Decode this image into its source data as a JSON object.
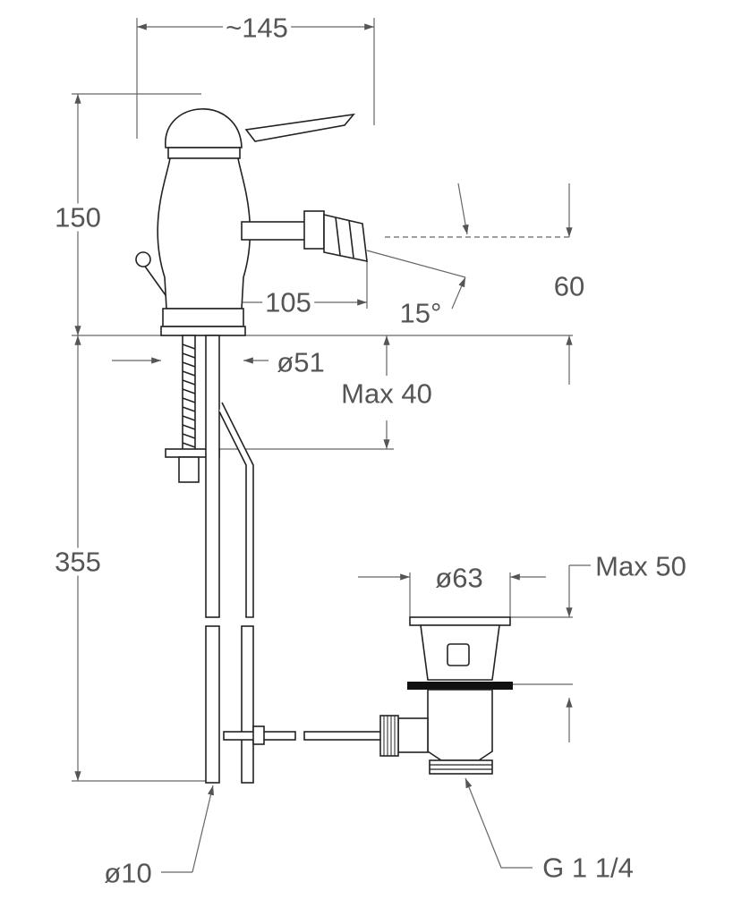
{
  "title": "Bidet mixer dimension drawing",
  "dimensions": {
    "overall_width": "~145",
    "body_height": "150",
    "spout_height": "60",
    "spout_reach": "105",
    "spray_angle": "15°",
    "base_diameter": "ø51",
    "max_deck_thickness": "Max 40",
    "tail_length": "355",
    "waste_diameter": "ø63",
    "waste_max_thickness": "Max 50",
    "rod_diameter": "ø10",
    "waste_thread": "G 1 1/4"
  },
  "colors": {
    "line": "#222222",
    "dimension": "#666666",
    "text": "#555555"
  }
}
